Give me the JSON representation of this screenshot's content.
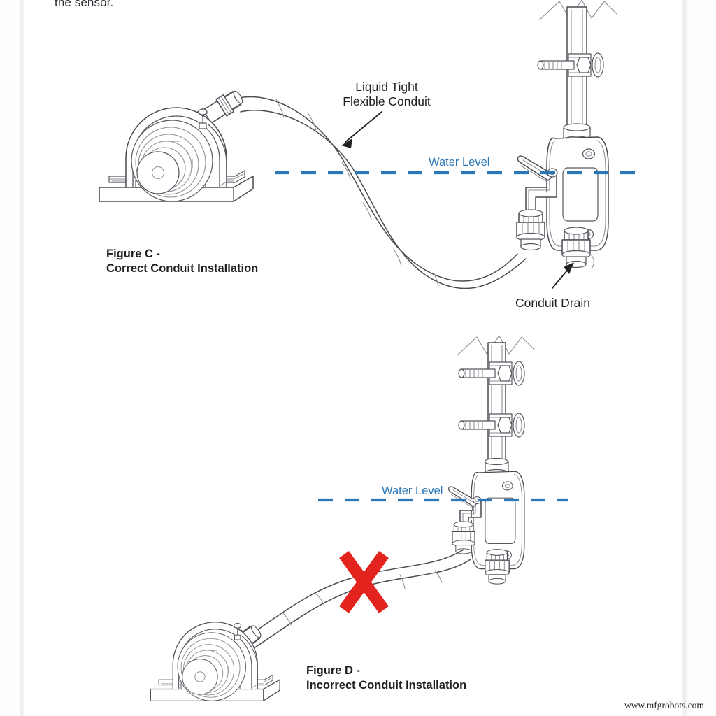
{
  "document": {
    "type": "technical-illustration-page",
    "background_color": "#ffffff",
    "cut_off_body_text": "the sensor."
  },
  "colors": {
    "line": "#4a4a52",
    "line_light": "#8d8d96",
    "water_level": "#2b77b8",
    "water_label": "#2b77b8",
    "x_mark": "#e3231d",
    "text": "#231f20"
  },
  "figures": [
    {
      "id": "figure-c",
      "caption_line1": "Figure C -",
      "caption_line2": "Correct Conduit Installation",
      "water_level_label": "Water Level",
      "annotations": [
        {
          "name": "liquid-tight-flexible-conduit",
          "line1": "Liquid Tight",
          "line2": "Flexible Conduit"
        },
        {
          "name": "conduit-drain",
          "line1": "Conduit Drain"
        }
      ],
      "components": [
        "pillow-block-bearing",
        "liquid-tight-flexible-conduit",
        "conduit-body-lb-fitting",
        "rigid-conduit-riser",
        "pipe-strap-clamp",
        "conduit-drain-fitting",
        "break-line"
      ],
      "correct": true
    },
    {
      "id": "figure-d",
      "caption_line1": "Figure D -",
      "caption_line2": "Incorrect Conduit Installation",
      "water_level_label": "Water Level",
      "annotations": [],
      "components": [
        "pillow-block-bearing",
        "liquid-tight-flexible-conduit",
        "conduit-body-lb-fitting",
        "rigid-conduit-riser",
        "pipe-strap-clamp",
        "pipe-strap-clamp",
        "break-line",
        "red-x-mark"
      ],
      "correct": false,
      "marker": "X"
    }
  ],
  "watermark": "www.mfgrobots.com"
}
